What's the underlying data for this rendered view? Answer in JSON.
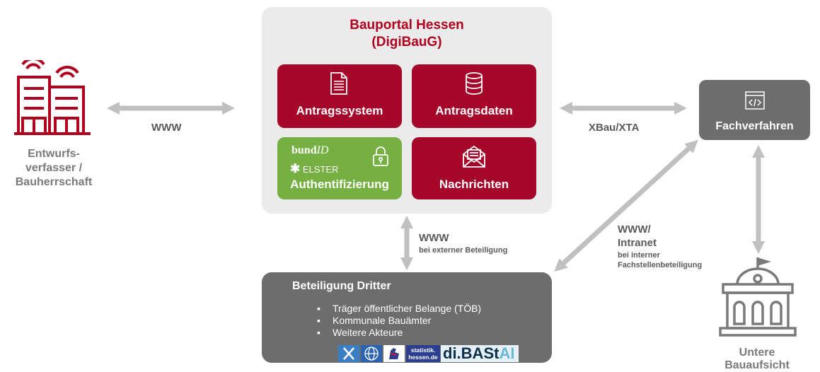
{
  "colors": {
    "accent_red": "#a6062a",
    "title_red": "#b0001e",
    "auth_green": "#76b043",
    "panel_gray": "#ebebeb",
    "box_dark_gray": "#6d6d6d",
    "arrow_gray": "#c0c0c0"
  },
  "left_actor": {
    "icon": "office-buildings-icon",
    "label_line1": "Entwurfs-",
    "label_line2": "verfasser /",
    "label_line3": "Bauherrschaft"
  },
  "connections": {
    "left_to_portal": "WWW",
    "portal_to_fach": "XBau/XTA",
    "portal_to_dritter_main": "WWW",
    "portal_to_dritter_sub": "bei externer Beteiligung",
    "fach_to_dritter_main1": "WWW/",
    "fach_to_dritter_main2": "Intranet",
    "fach_to_dritter_sub1": "bei  interner",
    "fach_to_dritter_sub2": "Fachstellenbeteiligung"
  },
  "portal": {
    "title_line1": "Bauportal Hessen",
    "title_line2": "(DigiBauG)",
    "tiles": {
      "antragssystem": {
        "label": "Antragssystem",
        "icon": "document-icon"
      },
      "antragsdaten": {
        "label": "Antragsdaten",
        "icon": "database-icon"
      },
      "authentifizierung": {
        "label": "Authentifizierung",
        "icon": "lock-icon",
        "logo1_a": "bund",
        "logo1_b": "ID",
        "logo2": "ELSTER"
      },
      "nachrichten": {
        "label": "Nachrichten",
        "icon": "envelope-icon"
      }
    }
  },
  "fachverfahren": {
    "label": "Fachverfahren",
    "icon": "code-window-icon"
  },
  "behoerde": {
    "icon": "government-building-icon",
    "label_line1": "Untere",
    "label_line2": "Bauaufsicht"
  },
  "dritter": {
    "title": "Beteiligung Dritter",
    "items": [
      "Träger öffentlicher Belange (TÖB)",
      "Kommunale Bauämter",
      "Weitere Akteure"
    ],
    "logos": {
      "statistik_line1": "statistik.",
      "statistik_line2": "hessen.de",
      "dibastai_a": "di.BASt",
      "dibastai_b": "AI"
    }
  }
}
